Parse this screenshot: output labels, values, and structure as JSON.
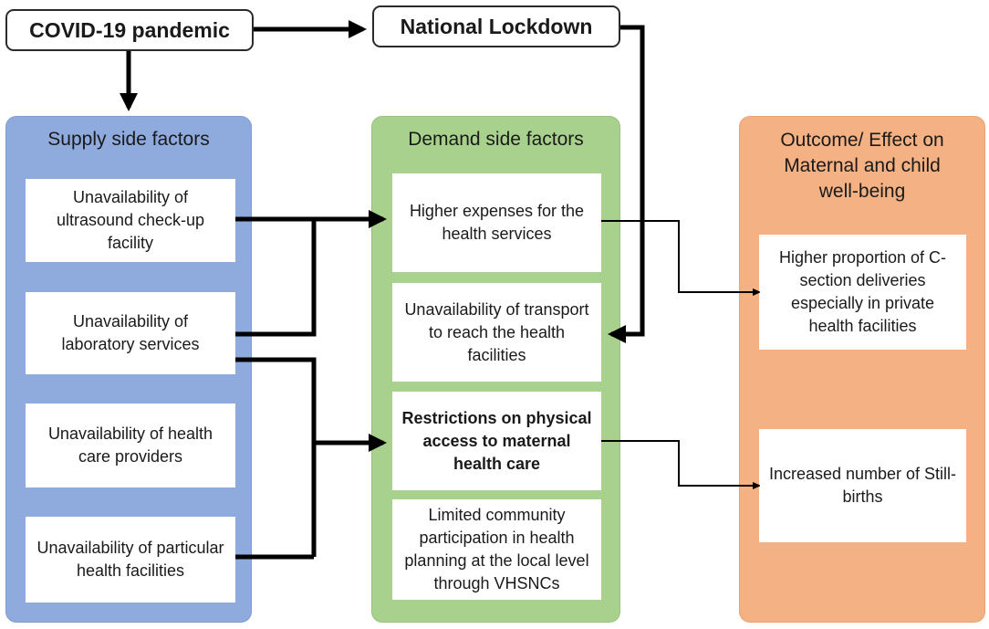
{
  "top": {
    "covid": "COVID-19 pandemic",
    "lockdown": "National Lockdown"
  },
  "supply": {
    "title": "Supply side factors",
    "items": [
      "Unavailability of ultrasound check-up facility",
      "Unavailability of laboratory services",
      "Unavailability of health care providers",
      "Unavailability of particular health facilities"
    ]
  },
  "demand": {
    "title": "Demand side factors",
    "items": [
      "Higher expenses for the health services",
      "Unavailability of transport to reach the health facilities",
      "Restrictions on physical access to maternal health care",
      "Limited community participation in health planning at the local level through VHSNCs"
    ]
  },
  "outcome": {
    "title": "Outcome/ Effect on Maternal and child well-being",
    "items": [
      "Higher proportion of C-section deliveries especially in private health facilities",
      "Increased number of Still-births"
    ]
  },
  "colors": {
    "supply_panel": "#8faadc",
    "demand_panel": "#a9d18e",
    "outcome_panel": "#f4b183",
    "arrow": "#000000"
  }
}
